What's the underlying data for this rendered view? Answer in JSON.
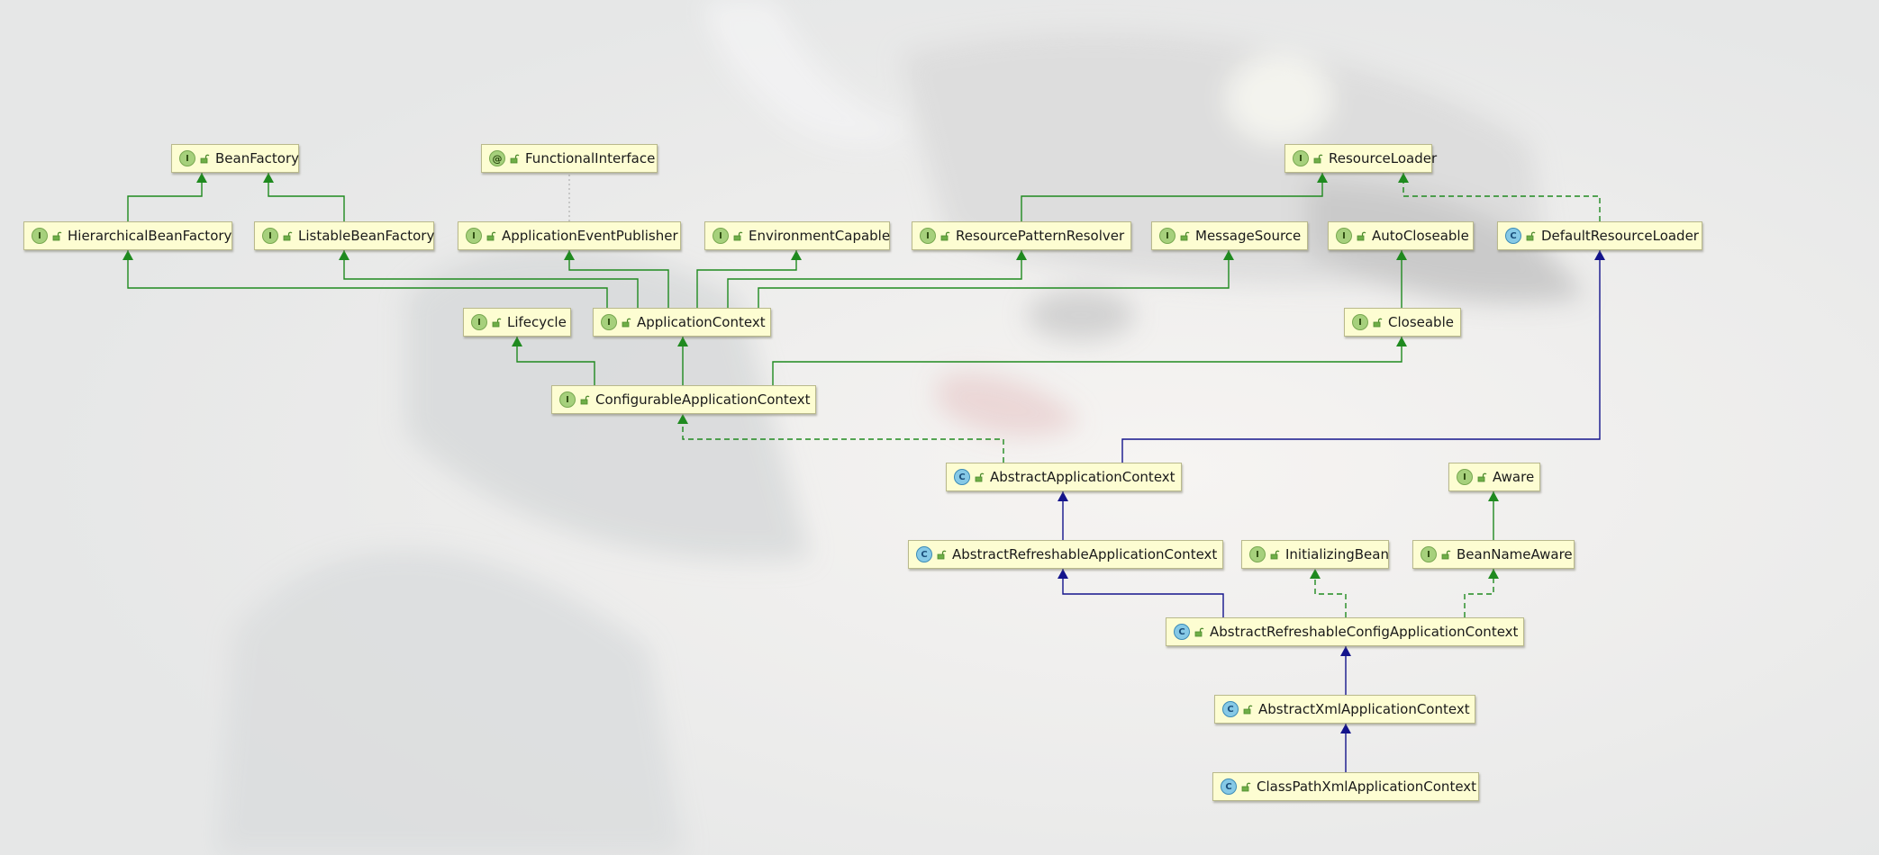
{
  "diagram": {
    "nodes": [
      {
        "id": "BeanFactory",
        "kind": "interface",
        "badge": "I",
        "label": "BeanFactory"
      },
      {
        "id": "FunctionalInterface",
        "kind": "annotation",
        "badge": "@",
        "label": "FunctionalInterface"
      },
      {
        "id": "ResourceLoader",
        "kind": "interface",
        "badge": "I",
        "label": "ResourceLoader"
      },
      {
        "id": "HierarchicalBeanFactory",
        "kind": "interface",
        "badge": "I",
        "label": "HierarchicalBeanFactory"
      },
      {
        "id": "ListableBeanFactory",
        "kind": "interface",
        "badge": "I",
        "label": "ListableBeanFactory"
      },
      {
        "id": "ApplicationEventPublisher",
        "kind": "interface",
        "badge": "I",
        "label": "ApplicationEventPublisher"
      },
      {
        "id": "EnvironmentCapable",
        "kind": "interface",
        "badge": "I",
        "label": "EnvironmentCapable"
      },
      {
        "id": "ResourcePatternResolver",
        "kind": "interface",
        "badge": "I",
        "label": "ResourcePatternResolver"
      },
      {
        "id": "MessageSource",
        "kind": "interface",
        "badge": "I",
        "label": "MessageSource"
      },
      {
        "id": "AutoCloseable",
        "kind": "interface",
        "badge": "I",
        "label": "AutoCloseable"
      },
      {
        "id": "DefaultResourceLoader",
        "kind": "class",
        "badge": "C",
        "label": "DefaultResourceLoader"
      },
      {
        "id": "Lifecycle",
        "kind": "interface",
        "badge": "I",
        "label": "Lifecycle"
      },
      {
        "id": "ApplicationContext",
        "kind": "interface",
        "badge": "I",
        "label": "ApplicationContext"
      },
      {
        "id": "Closeable",
        "kind": "interface",
        "badge": "I",
        "label": "Closeable"
      },
      {
        "id": "ConfigurableApplicationContext",
        "kind": "interface",
        "badge": "I",
        "label": "ConfigurableApplicationContext"
      },
      {
        "id": "AbstractApplicationContext",
        "kind": "class",
        "badge": "C",
        "label": "AbstractApplicationContext"
      },
      {
        "id": "Aware",
        "kind": "interface",
        "badge": "I",
        "label": "Aware"
      },
      {
        "id": "AbstractRefreshableApplicationContext",
        "kind": "class",
        "badge": "C",
        "label": "AbstractRefreshableApplicationContext"
      },
      {
        "id": "InitializingBean",
        "kind": "interface",
        "badge": "I",
        "label": "InitializingBean"
      },
      {
        "id": "BeanNameAware",
        "kind": "interface",
        "badge": "I",
        "label": "BeanNameAware"
      },
      {
        "id": "AbstractRefreshableConfigApplicationContext",
        "kind": "class",
        "badge": "C",
        "label": "AbstractRefreshableConfigApplicationContext"
      },
      {
        "id": "AbstractXmlApplicationContext",
        "kind": "class",
        "badge": "C",
        "label": "AbstractXmlApplicationContext"
      },
      {
        "id": "ClassPathXmlApplicationContext",
        "kind": "class",
        "badge": "C",
        "label": "ClassPathXmlApplicationContext"
      }
    ],
    "edges": [
      {
        "from": "HierarchicalBeanFactory",
        "to": "BeanFactory",
        "type": "extends-interface"
      },
      {
        "from": "ListableBeanFactory",
        "to": "BeanFactory",
        "type": "extends-interface"
      },
      {
        "from": "ApplicationEventPublisher",
        "to": "FunctionalInterface",
        "type": "annotated"
      },
      {
        "from": "ResourcePatternResolver",
        "to": "ResourceLoader",
        "type": "extends-interface"
      },
      {
        "from": "DefaultResourceLoader",
        "to": "ResourceLoader",
        "type": "implements"
      },
      {
        "from": "ApplicationContext",
        "to": "HierarchicalBeanFactory",
        "type": "extends-interface"
      },
      {
        "from": "ApplicationContext",
        "to": "ListableBeanFactory",
        "type": "extends-interface"
      },
      {
        "from": "ApplicationContext",
        "to": "ApplicationEventPublisher",
        "type": "extends-interface"
      },
      {
        "from": "ApplicationContext",
        "to": "EnvironmentCapable",
        "type": "extends-interface"
      },
      {
        "from": "ApplicationContext",
        "to": "ResourcePatternResolver",
        "type": "extends-interface"
      },
      {
        "from": "ApplicationContext",
        "to": "MessageSource",
        "type": "extends-interface"
      },
      {
        "from": "Closeable",
        "to": "AutoCloseable",
        "type": "extends-interface"
      },
      {
        "from": "ConfigurableApplicationContext",
        "to": "Lifecycle",
        "type": "extends-interface"
      },
      {
        "from": "ConfigurableApplicationContext",
        "to": "ApplicationContext",
        "type": "extends-interface"
      },
      {
        "from": "ConfigurableApplicationContext",
        "to": "Closeable",
        "type": "extends-interface"
      },
      {
        "from": "AbstractApplicationContext",
        "to": "ConfigurableApplicationContext",
        "type": "implements"
      },
      {
        "from": "AbstractApplicationContext",
        "to": "DefaultResourceLoader",
        "type": "extends-class"
      },
      {
        "from": "BeanNameAware",
        "to": "Aware",
        "type": "extends-interface"
      },
      {
        "from": "AbstractRefreshableApplicationContext",
        "to": "AbstractApplicationContext",
        "type": "extends-class"
      },
      {
        "from": "AbstractRefreshableConfigApplicationContext",
        "to": "AbstractRefreshableApplicationContext",
        "type": "extends-class"
      },
      {
        "from": "AbstractRefreshableConfigApplicationContext",
        "to": "InitializingBean",
        "type": "implements"
      },
      {
        "from": "AbstractRefreshableConfigApplicationContext",
        "to": "BeanNameAware",
        "type": "implements"
      },
      {
        "from": "AbstractXmlApplicationContext",
        "to": "AbstractRefreshableConfigApplicationContext",
        "type": "extends-class"
      },
      {
        "from": "ClassPathXmlApplicationContext",
        "to": "AbstractXmlApplicationContext",
        "type": "extends-class"
      }
    ],
    "colors": {
      "interface_edge": "#1f8a1f",
      "class_edge": "#14148c",
      "annotation_edge": "#b8b8b8",
      "node_fill": "#fdfdd2",
      "node_border": "#b9b98c"
    },
    "icons": {
      "visibility": "lock-open-icon"
    }
  }
}
